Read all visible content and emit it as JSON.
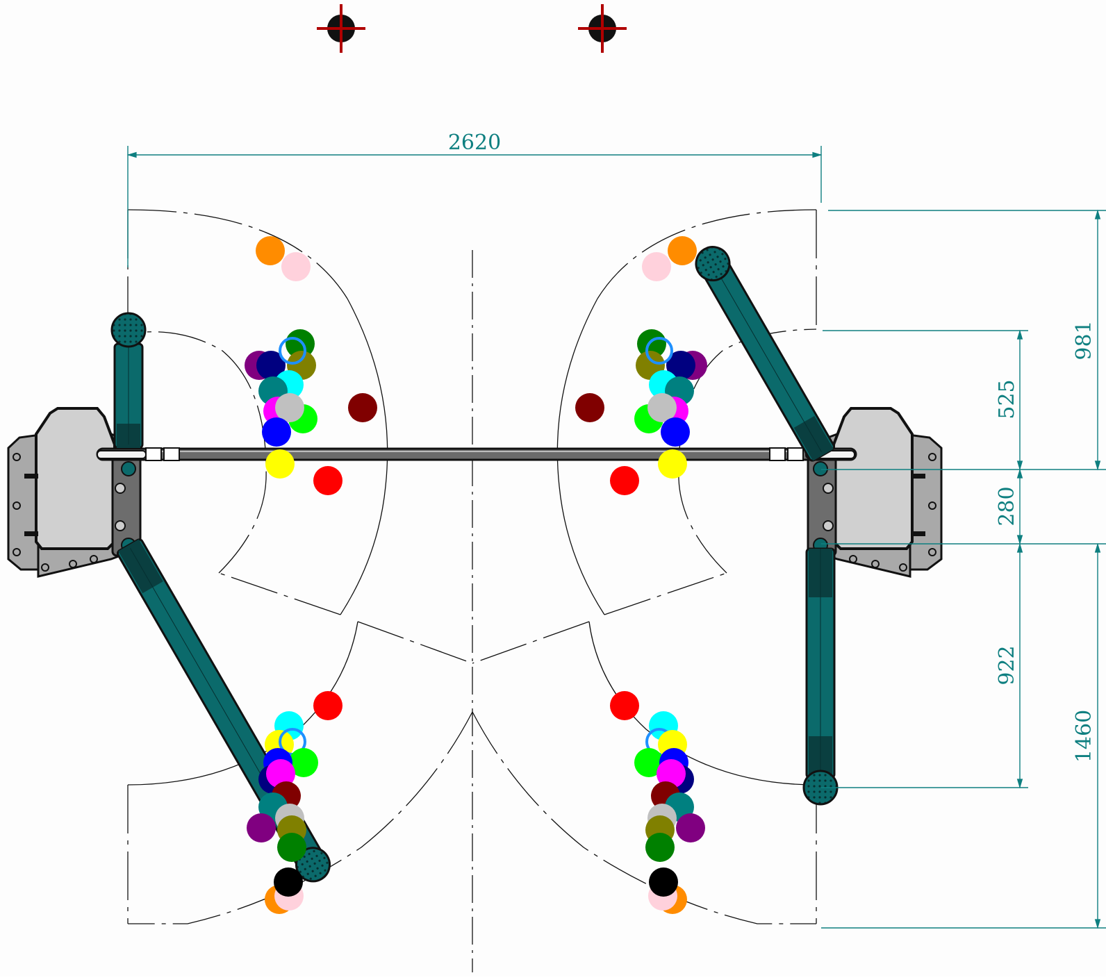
{
  "colors": {
    "dimension": "#0e7f80",
    "arm": "#0b6a6b",
    "arm_dark": "#0a3f40",
    "housing": "#d0d0d0",
    "post_frame": "#a9a9a9",
    "marker_cross": "#b00000"
  },
  "dimensions": {
    "overall_width": "2620",
    "right_vertical": "981",
    "upper_arm": "525",
    "spacing": "280",
    "lower_arm": "922",
    "lower_reach": "1460"
  },
  "icons": {
    "reference_marker": "crosshair-target-icon",
    "arm_pad": "lift-pad-icon"
  },
  "lift_point_swatches": [
    "orange",
    "pink",
    "green",
    "dodgerblue",
    "purple",
    "navy",
    "olive",
    "cyan",
    "teal",
    "magenta",
    "silver",
    "lime",
    "blue",
    "yellow",
    "red",
    "maroon",
    "black"
  ]
}
